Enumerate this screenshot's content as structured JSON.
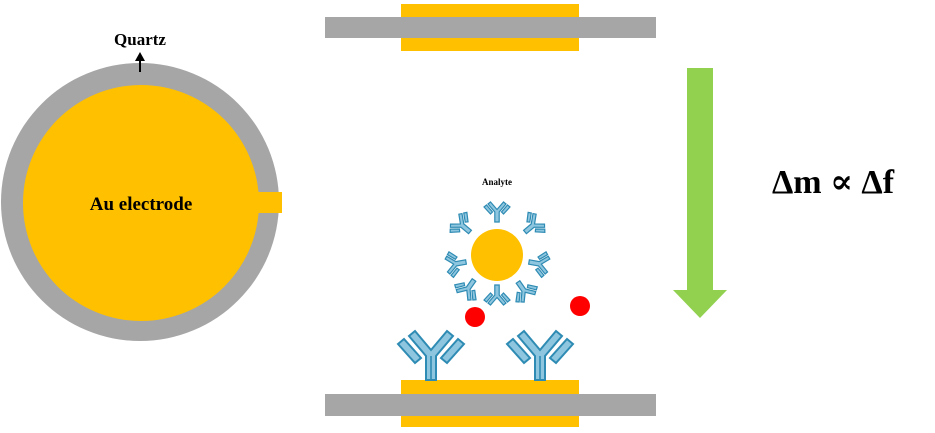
{
  "labels": {
    "quartz": "Quartz",
    "electrode": "Au electrode",
    "analyte": "Analyte",
    "equation": "Δm ∝ Δf"
  },
  "colors": {
    "quartz": "#a6a6a6",
    "gold": "#ffc000",
    "antibody_fill": "#8fc6df",
    "antibody_stroke": "#2e8bb3",
    "analyte_dot": "#ff0000",
    "arrow": "#92d050",
    "text": "#000000"
  }
}
